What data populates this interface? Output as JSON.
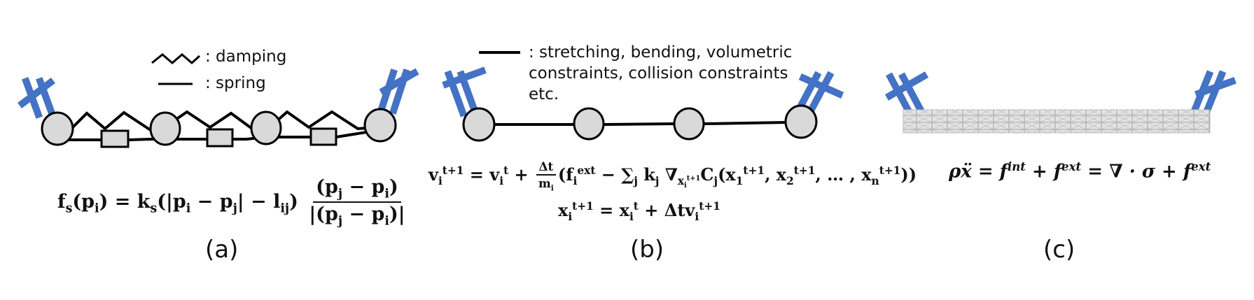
{
  "panels": {
    "a": {
      "caption": "(a)",
      "legend_damping": ": damping",
      "legend_spring": ": spring",
      "equation": {
        "lhs": "f",
        "lhs_sub": "s",
        "arg": "(p",
        "arg_sub": "i",
        "equals": ") = k",
        "k_sub": "s",
        "mid": "(|p",
        "pi_sub": "i",
        "minus": " − p",
        "pj_sub": "j",
        "close": "| − l",
        "l_sub": "ij",
        "close2": ")",
        "num": "(p",
        "num_sub1": "j",
        "num_mid": " − p",
        "num_sub2": "i",
        "num_end": ")",
        "den": "|(p",
        "den_sub1": "j",
        "den_mid": " − p",
        "den_sub2": "i",
        "den_end": ")|"
      }
    },
    "b": {
      "caption": "(b)",
      "legend_line1": ": stretching, bending, volumetric",
      "legend_line2": "constraints, collision constraints",
      "legend_line3": "etc.",
      "eq1": {
        "v": "v",
        "v_sub": "i",
        "v_sup": "t+1",
        "eq": " = v",
        "v2_sub": "i",
        "v2_sup": "t",
        "plus": " + ",
        "frac_num": "Δt",
        "frac_den": "m",
        "frac_den_sub": "i",
        "open": "(f",
        "f_sub": "i",
        "f_sup": "ext",
        "minus": " − ∑",
        "sum_sub": "j",
        "k": " k",
        "k_sub": "j",
        "nabla": " ∇",
        "nabla_sub": "x",
        "nabla_sub_sub": "i",
        "nabla_sub_sup": "t+1",
        "c": "C",
        "c_sub": "j",
        "args_open": "(x",
        "x1_sub": "1",
        "x1_sup": "t+1",
        "comma1": ", x",
        "x2_sub": "2",
        "x2_sup": "t+1",
        "dots": ", … , x",
        "xn_sub": "n",
        "xn_sup": "t+1",
        "close": "))"
      },
      "eq2": {
        "x": "x",
        "x_sub": "i",
        "x_sup": "t+1",
        "eq": " = x",
        "x2_sub": "i",
        "x2_sup": "t",
        "rest": " + Δtv",
        "v_sub": "i",
        "v_sup": "t+1"
      }
    },
    "c": {
      "caption": "(c)",
      "equation": {
        "rho": "ρẍ = f",
        "sup1": "int",
        "plus1": " + f",
        "sup2": "ext",
        "eq2": " = ∇ · σ + f",
        "sup3": "ext"
      }
    }
  },
  "colors": {
    "clamp": "#4472C4",
    "node_fill": "#D9D9D9",
    "stroke": "#000000",
    "mesh": "#B0B0B0"
  }
}
